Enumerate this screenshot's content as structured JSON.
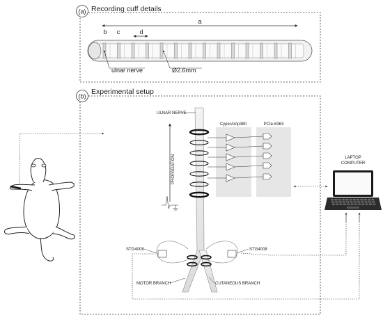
{
  "panel_a": {
    "badge": "(a)",
    "title": "Recording cuff details",
    "dim_a": "a",
    "dim_b": "b",
    "dim_c": "c",
    "dim_d": "d",
    "nerve_label": "ulnar nerve",
    "diameter_label": "Ø2.6mm"
  },
  "panel_b": {
    "badge": "(b)",
    "title": "Experimental setup",
    "ulnar_nerve": "ULNAR NERVE",
    "amp_label": "CyperAmp380",
    "daq_label": "PCIe-6363",
    "propagation": "PROPAGATION",
    "laptop_line1": "LAPTOP",
    "laptop_line2": "COMPUTER",
    "stg_left": "STG4008",
    "stg_right": "STG4008",
    "motor_branch": "MOTOR BRANCH",
    "cutaneous_branch": "CUTANEOUS BRANCH"
  }
}
